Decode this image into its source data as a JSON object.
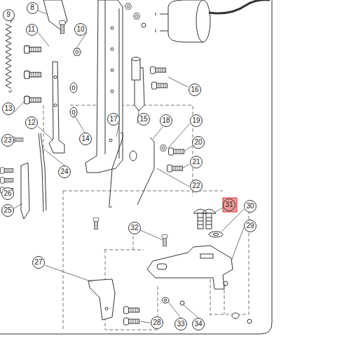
{
  "diagram": {
    "nodes": [
      {
        "text": [
          "8"
        ]
      },
      {
        "text": [
          "9"
        ]
      },
      {
        "text": [
          "11"
        ]
      },
      {
        "text": [
          "10"
        ]
      },
      {
        "text": [
          "16"
        ]
      },
      {
        "text": [
          "13"
        ]
      },
      {
        "text": [
          "15"
        ]
      },
      {
        "text": [
          "17"
        ]
      },
      {
        "text": [
          "18"
        ]
      },
      {
        "text": [
          "19"
        ]
      },
      {
        "text": [
          "12"
        ]
      },
      {
        "text": [
          "14"
        ]
      },
      {
        "text": [
          "23"
        ]
      },
      {
        "text": [
          "20"
        ]
      },
      {
        "text": [
          "21"
        ]
      },
      {
        "text": [
          "24"
        ]
      },
      {
        "text": [
          "22"
        ]
      },
      {
        "text": [
          "26"
        ]
      },
      {
        "text": [
          "31"
        ]
      },
      {
        "text": [
          "30"
        ]
      },
      {
        "text": [
          "25"
        ]
      },
      {
        "text": [
          "29"
        ]
      },
      {
        "text": [
          "32"
        ]
      },
      {
        "text": [
          "27"
        ]
      },
      {
        "text": [
          "28"
        ]
      },
      {
        "text": [
          "33"
        ]
      },
      {
        "text": [
          "34"
        ]
      }
    ]
  }
}
